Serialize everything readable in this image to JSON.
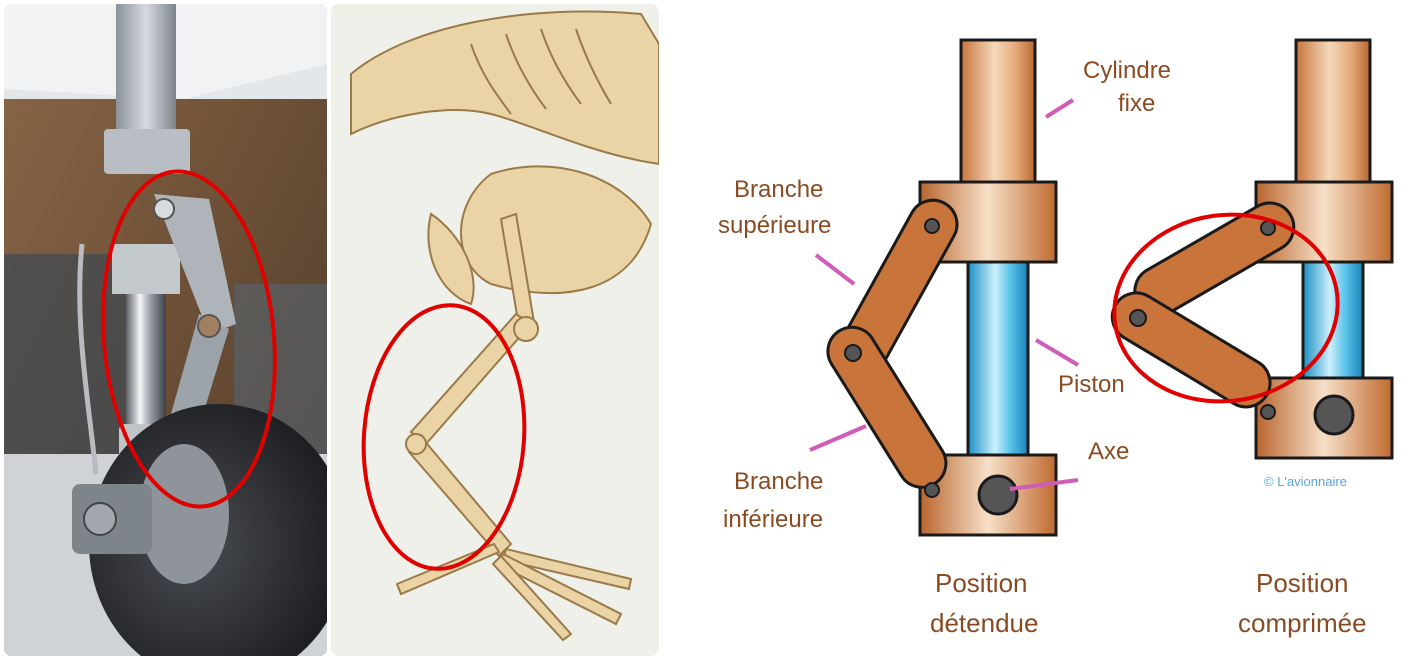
{
  "labels": {
    "cylindre": [
      "Cylindre",
      "fixe"
    ],
    "branche_sup": [
      "Branche",
      "supérieure"
    ],
    "piston": "Piston",
    "axe": "Axe",
    "branche_inf": [
      "Branche",
      "inférieure"
    ],
    "position_detendue": [
      "Position",
      "détendue"
    ],
    "position_comprimee": [
      "Position",
      "comprimée"
    ],
    "copyright": "© L'avionnaire"
  },
  "colors": {
    "highlight": "#e00000",
    "bronze": "#c8743a",
    "piston_blue": "#2aa8d8",
    "label": "#8a4a22",
    "leader": "#d05cb8"
  }
}
